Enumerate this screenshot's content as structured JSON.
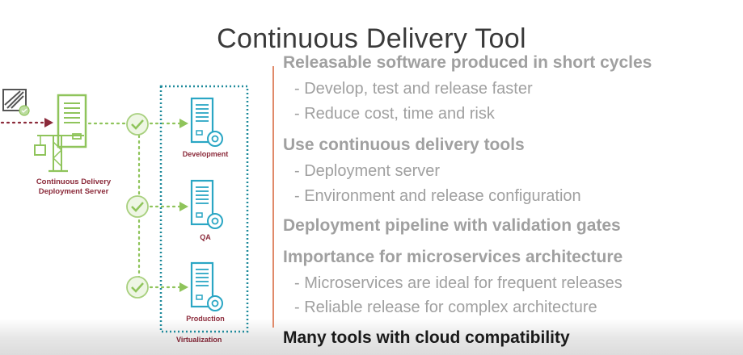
{
  "title": "Continuous Delivery Tool",
  "diagram": {
    "server_label_line1": "Continuous Delivery",
    "server_label_line2": "Deployment Server",
    "environments": [
      "Development",
      "QA",
      "Production"
    ],
    "group_label": "Virtualization",
    "colors": {
      "server": "#8fc45b",
      "environment": "#2aa6c4",
      "arrow_input": "#8b2a3a",
      "connector": "#8fc45b",
      "group_border": "#1f8a9b",
      "label": "#8b2a3a"
    }
  },
  "bullets": [
    {
      "level": 1,
      "text": "Releasable software produced in short cycles"
    },
    {
      "level": 2,
      "text": "- Develop, test and release faster"
    },
    {
      "level": 2,
      "text": "- Reduce cost, time and risk"
    },
    {
      "level": 1,
      "text": "Use continuous delivery tools"
    },
    {
      "level": 2,
      "text": "- Deployment server"
    },
    {
      "level": 2,
      "text": "- Environment and release configuration"
    },
    {
      "level": 1,
      "text": "Deployment pipeline with validation gates"
    },
    {
      "level": 1,
      "text": "Importance for microservices architecture"
    },
    {
      "level": 2,
      "text": "- Microservices are ideal for frequent releases"
    },
    {
      "level": 2,
      "text": "- Reliable release for complex architecture"
    },
    {
      "level": 1,
      "text": "Many tools with cloud compatibility",
      "highlight": true
    }
  ]
}
